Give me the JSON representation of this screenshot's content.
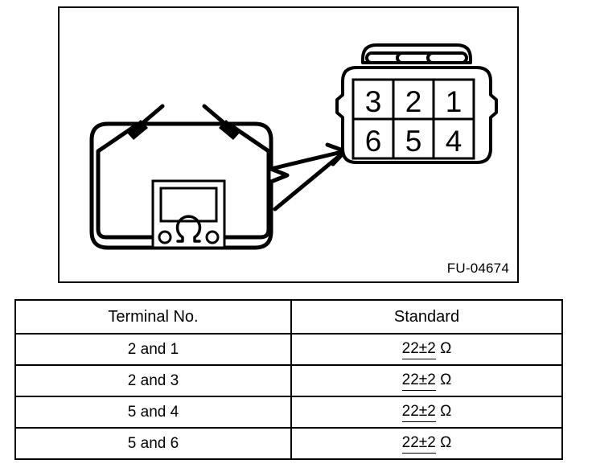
{
  "figure": {
    "id_label": "FU-04674",
    "connector": {
      "name": "6-pin-connector",
      "pin_rows": [
        [
          "3",
          "2",
          "1"
        ],
        [
          "6",
          "5",
          "4"
        ]
      ],
      "lock_tab_count": 3
    },
    "multimeter": {
      "name": "ohmmeter",
      "mode_symbol": "Ω",
      "probe_count": 2,
      "jack_count": 2
    }
  },
  "table": {
    "headers": [
      "Terminal No.",
      "Standard"
    ],
    "rows": [
      {
        "terminal": "2 and 1",
        "standard_value": "22±2",
        "standard_unit": "Ω"
      },
      {
        "terminal": "2 and 3",
        "standard_value": "22±2",
        "standard_unit": "Ω"
      },
      {
        "terminal": "5 and 4",
        "standard_value": "22±2",
        "standard_unit": "Ω"
      },
      {
        "terminal": "5 and 6",
        "standard_value": "22±2",
        "standard_unit": "Ω"
      }
    ]
  },
  "colors": {
    "ink": "#000000",
    "paper": "#ffffff"
  }
}
